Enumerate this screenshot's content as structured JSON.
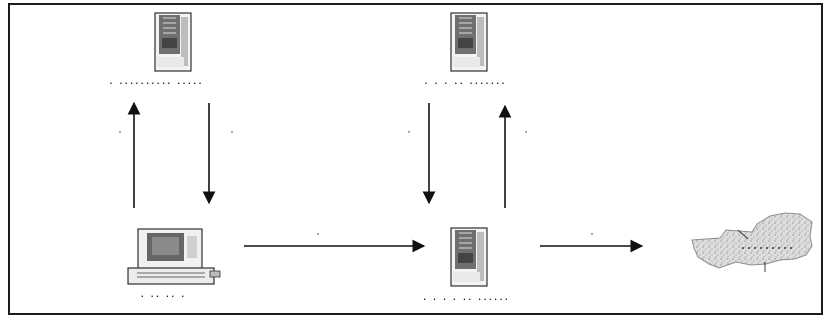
{
  "diagram": {
    "nodes": [
      {
        "id": "server_top_left",
        "kind": "server",
        "label": "· ·········· ·····"
      },
      {
        "id": "server_top_right",
        "kind": "server",
        "label": "· · · ·· ·······"
      },
      {
        "id": "client_pc",
        "kind": "desktop-computer",
        "label": "· ·· ·· ·"
      },
      {
        "id": "server_bottom_middle",
        "kind": "server",
        "label": "· · · · ·· ······"
      },
      {
        "id": "map_destination",
        "kind": "map-region",
        "label": ""
      }
    ],
    "edges": [
      {
        "from": "client_pc",
        "to": "server_top_left",
        "label": "·"
      },
      {
        "from": "server_top_left",
        "to": "client_pc",
        "label": "·"
      },
      {
        "from": "client_pc",
        "to": "server_bottom_middle",
        "label": "·"
      },
      {
        "from": "server_top_right",
        "to": "server_bottom_middle",
        "label": "·"
      },
      {
        "from": "server_bottom_middle",
        "to": "server_top_right",
        "label": "·"
      },
      {
        "from": "server_bottom_middle",
        "to": "map_destination",
        "label": "·"
      }
    ],
    "colors": {
      "border": "#1c1c1c",
      "line": "#111111",
      "server_body": "#f3f3f3",
      "server_front": "#6f6f6f",
      "map_fill": "#d6d6d6"
    }
  }
}
